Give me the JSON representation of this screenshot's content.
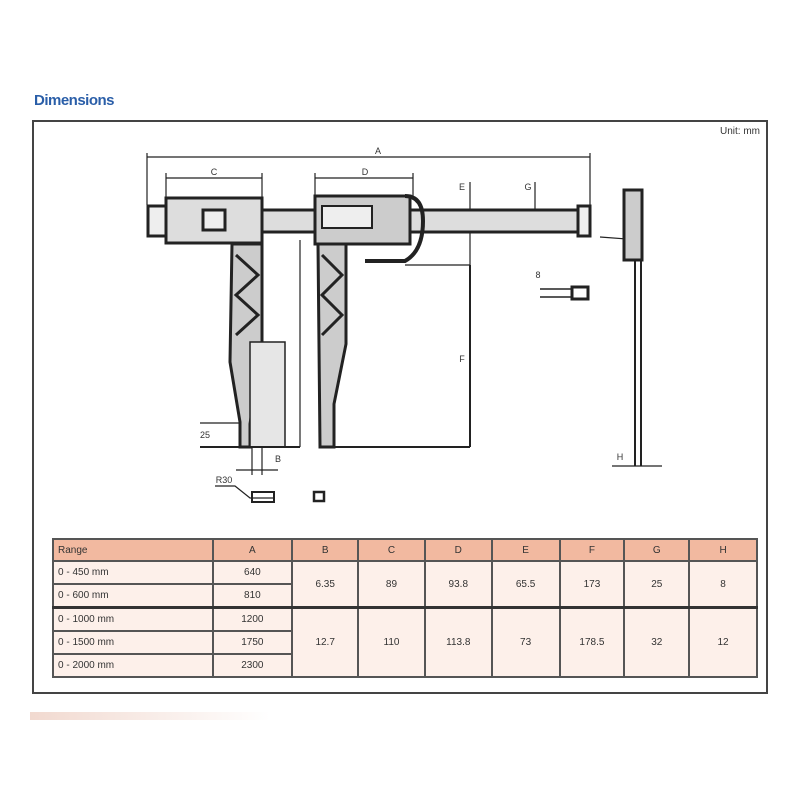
{
  "title": "Dimensions",
  "unit": "Unit: mm",
  "drawing": {
    "labels": {
      "a": "A",
      "c": "C",
      "d": "D",
      "e": "E",
      "f": "F",
      "g": "G",
      "h": "H",
      "b": "B",
      "l25": "25",
      "l8": "8",
      "r30": "R30"
    }
  },
  "table": {
    "headers": [
      "Range",
      "A",
      "B",
      "C",
      "D",
      "E",
      "F",
      "G",
      "H"
    ],
    "rows": [
      {
        "range": "0 - 450 mm",
        "a": "640"
      },
      {
        "range": "0 - 600 mm",
        "a": "810"
      },
      {
        "range": "0 - 1000 mm",
        "a": "1200"
      },
      {
        "range": "0 - 1500 mm",
        "a": "1750"
      },
      {
        "range": "0 - 2000 mm",
        "a": "2300"
      }
    ],
    "groups": [
      {
        "b": "6.35",
        "c": "89",
        "d": "93.8",
        "e": "65.5",
        "f": "173",
        "g": "25",
        "h": "8"
      },
      {
        "b": "12.7",
        "c": "110",
        "d": "113.8",
        "e": "73",
        "f": "178.5",
        "g": "32",
        "h": "12"
      }
    ]
  },
  "colors": {
    "title": "#2a5ea8",
    "header": "#f2b9a0",
    "cell": "#fdf0ea"
  }
}
